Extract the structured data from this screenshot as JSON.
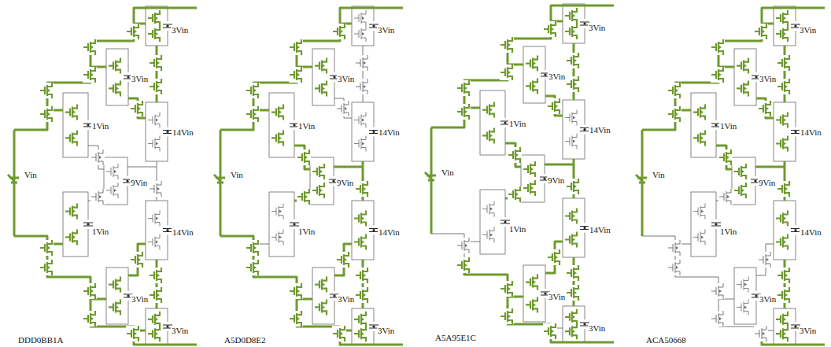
{
  "diagram": {
    "labels": [
      "3Vin",
      "3Vin",
      "1Vin",
      "14Vin",
      "Vin",
      "9Vin",
      "1Vin",
      "14Vin",
      "3Vin",
      "3Vin",
      "DDD0BB1A",
      "3Vin",
      "3Vin",
      "1Vin",
      "14Vin",
      "Vin",
      "9Vin",
      "1Vin",
      "14Vin",
      "3Vin",
      "3Vin",
      "A5D0D8E2",
      "3Vin",
      "3Vin",
      "1Vin",
      "14Vin",
      "Vin",
      "9Vin",
      "1Vin",
      "14Vin",
      "3Vin",
      "3Vin",
      "A5A95E1C",
      "3Vin",
      "3Vin",
      "1Vin",
      "14Vin",
      "Vin",
      "9Vin",
      "1Vin",
      "14Vin",
      "3Vin",
      "3Vin",
      "ACA50668"
    ]
  }
}
